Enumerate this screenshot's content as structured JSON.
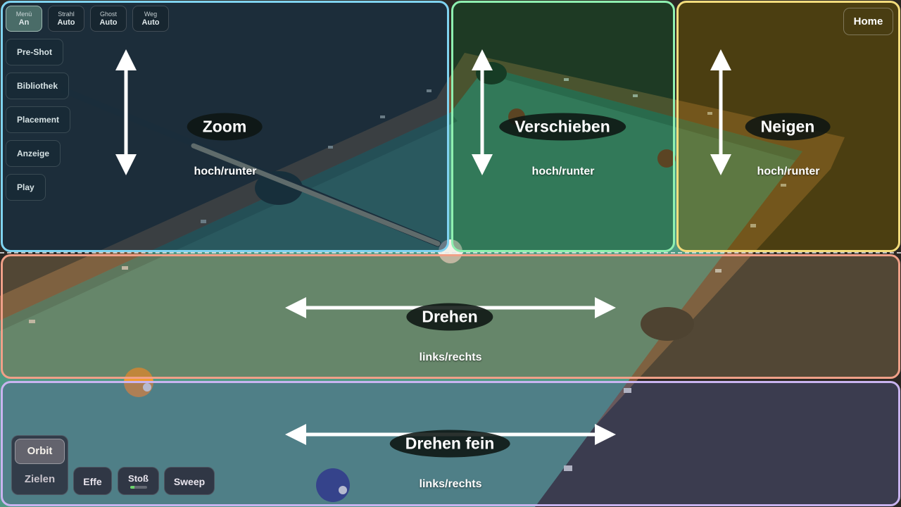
{
  "toggles": [
    {
      "label": "Menü",
      "value": "An",
      "active": true
    },
    {
      "label": "Strahl",
      "value": "Auto",
      "active": false
    },
    {
      "label": "Ghost",
      "value": "Auto",
      "active": false
    },
    {
      "label": "Weg",
      "value": "Auto",
      "active": false
    }
  ],
  "menu": [
    "Pre-Shot",
    "Bibliothek",
    "Placement",
    "Anzeige",
    "Play"
  ],
  "home_label": "Home",
  "zones": {
    "zoom": {
      "label": "Zoom",
      "hint": "hoch/runter",
      "color": "#7fd3f0"
    },
    "pan": {
      "label": "Verschieben",
      "hint": "hoch/runter",
      "color": "#8ef0b0"
    },
    "tilt": {
      "label": "Neigen",
      "hint": "hoch/runter",
      "color": "#f3dc7c"
    },
    "rotate": {
      "label": "Drehen",
      "hint": "links/rechts",
      "color": "#f0a088"
    },
    "rotate_fine": {
      "label": "Drehen fein",
      "hint": "links/rechts",
      "color": "#c9b4f0"
    }
  },
  "modes": {
    "orbit": "Orbit",
    "aim": "Zielen"
  },
  "controls": {
    "spin": "Effe",
    "shot": "Stoß",
    "sweep": "Sweep",
    "shot_power": 0.25
  }
}
